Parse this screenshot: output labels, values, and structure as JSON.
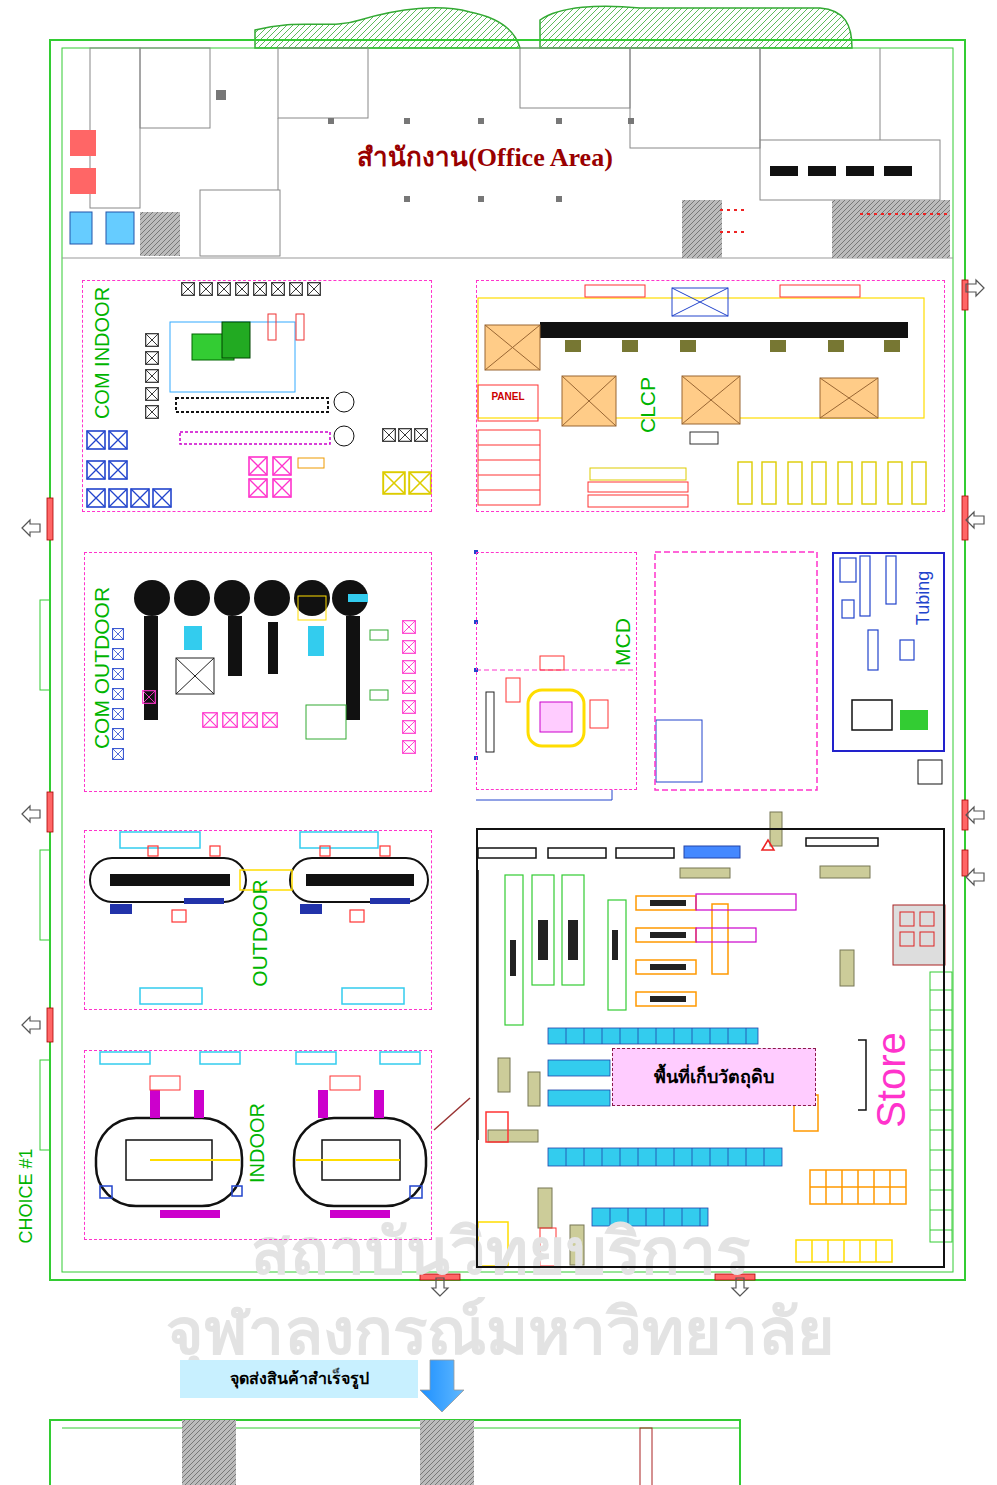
{
  "diagram": {
    "nodes": [
      {
        "text": [
          "สำนักงาน(Office Area)"
        ]
      },
      {
        "text": [
          "COM INDOOR"
        ]
      },
      {
        "text": [
          "CLCP"
        ]
      },
      {
        "text": [
          "COM OUTDOOR"
        ]
      },
      {
        "text": [
          "MCD"
        ]
      },
      {
        "text": [
          "Tubing"
        ]
      },
      {
        "text": [
          "OUTDOOR"
        ]
      },
      {
        "text": [
          "INDOOR"
        ]
      },
      {
        "text": [
          "Store"
        ]
      },
      {
        "text": [
          "พื้นที่เก็บวัตถุดิบ"
        ],
        "in": 8
      },
      {
        "text": [
          "จุดส่งสินค้าสำเร็จรูป"
        ]
      }
    ],
    "labels": [
      "PANEL",
      "CHOICE #1",
      "สถาบันวิทยบริการ",
      "จุฬาลงกรณ์มหาวิทยาลัย"
    ]
  }
}
